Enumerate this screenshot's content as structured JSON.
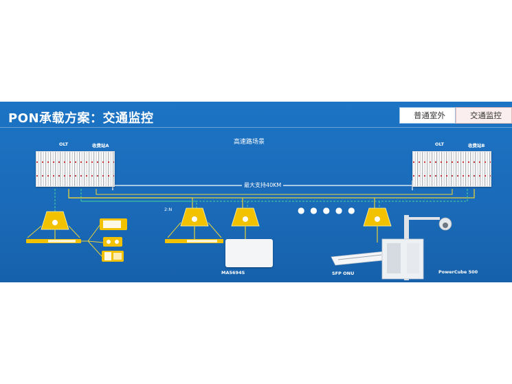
{
  "title": "PON承载方案：交通监控",
  "tabs": [
    {
      "label": "普通室外",
      "active": false
    },
    {
      "label": "交通监控",
      "active": true
    }
  ],
  "scene_label": "高速路场景",
  "olt_left": {
    "label": "OLT",
    "station": "收费站A"
  },
  "olt_right": {
    "label": "OLT",
    "station": "收费站B"
  },
  "distance_label": "最大支持40KM",
  "ratio_label": "2:N",
  "ellipsis": "● ● ● ● ●",
  "devices": {
    "ma5694s": "MA5694S",
    "sfp_onu": "SFP ONU",
    "powercube": "PowerCube 500"
  },
  "colors": {
    "background": "#1a6ab8",
    "fiber_yellow": "#e8d23a",
    "fiber_green": "#3fc0a0",
    "splitter": "#f2c200",
    "tab_active_bg": "#fbeeee"
  }
}
